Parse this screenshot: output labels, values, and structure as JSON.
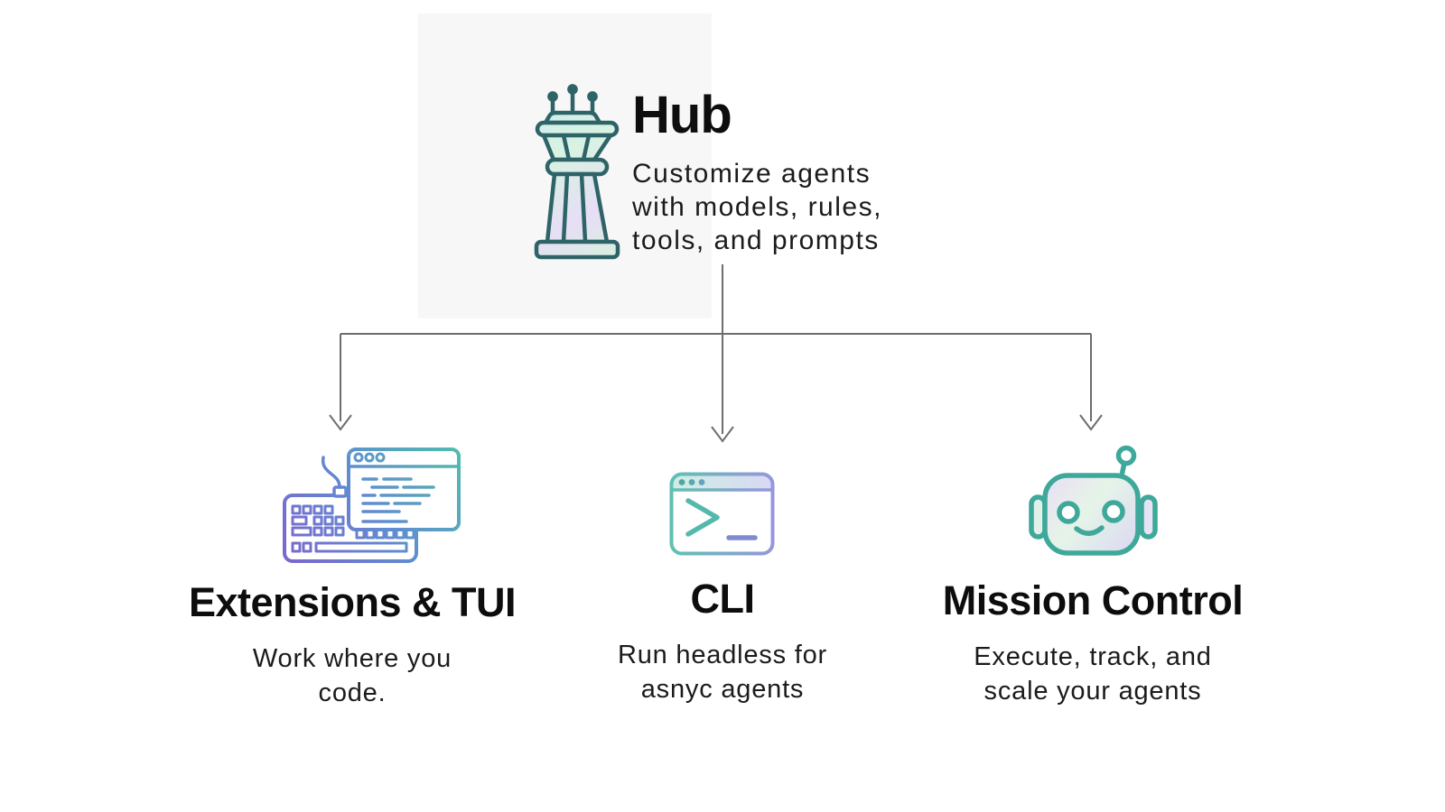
{
  "hub": {
    "title": "Hub",
    "description_lines": [
      "Customize agents",
      "with models, rules,",
      "tools, and prompts"
    ],
    "icon": "control-tower-icon"
  },
  "branches": [
    {
      "title": "Extensions & TUI",
      "description_lines": [
        "Work where you",
        "code."
      ],
      "icon": "keyboard-and-code-window-icon"
    },
    {
      "title": "CLI",
      "description_lines": [
        "Run headless for",
        "asnyc agents"
      ],
      "icon": "terminal-window-icon"
    },
    {
      "title": "Mission Control",
      "description_lines": [
        "Execute, track, and",
        "scale your agents"
      ],
      "icon": "robot-head-icon"
    }
  ],
  "colors": {
    "background": "#ffffff",
    "hub_panel": "#f7f7f8",
    "text": "#0d0d0d",
    "connector_line": "#6d6d6d",
    "tower_stroke": "#2e6468",
    "tower_fill_blue": "#cbe8f3",
    "tower_fill_mint": "#d8f3e2",
    "tower_fill_lavender": "#e7def6",
    "extensions_gradient_start": "#7e63cf",
    "extensions_gradient_mid": "#5f8ed0",
    "extensions_gradient_end": "#4fc3a8",
    "cli_gradient_start": "#5ec2b2",
    "cli_gradient_end": "#9895dd",
    "robot_stroke": "#3ea89a"
  }
}
